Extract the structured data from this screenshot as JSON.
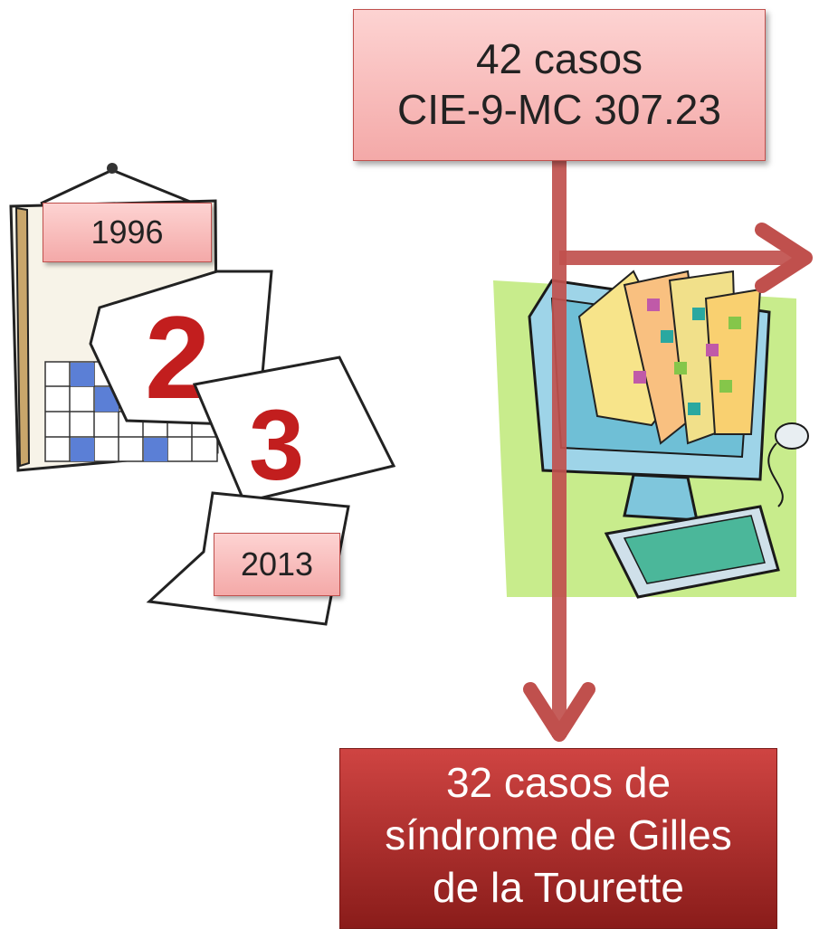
{
  "top_box": {
    "line1": "42 casos",
    "line2": "CIE-9-MC 307.23"
  },
  "bottom_box": {
    "line1": "32 casos de",
    "line2": "síndrome de Gilles",
    "line3": "de la Tourette"
  },
  "calendar": {
    "start_year": "1996",
    "end_year": "2013",
    "page_numbers": [
      "2",
      "3"
    ]
  },
  "colors": {
    "arrow": "#c0504d",
    "box_fill": "#f4a9a8",
    "result_fill": "#b22c2a"
  },
  "icons": [
    "calendar-icon",
    "computer-database-icon",
    "right-arrow-icon",
    "down-arrow-icon"
  ]
}
